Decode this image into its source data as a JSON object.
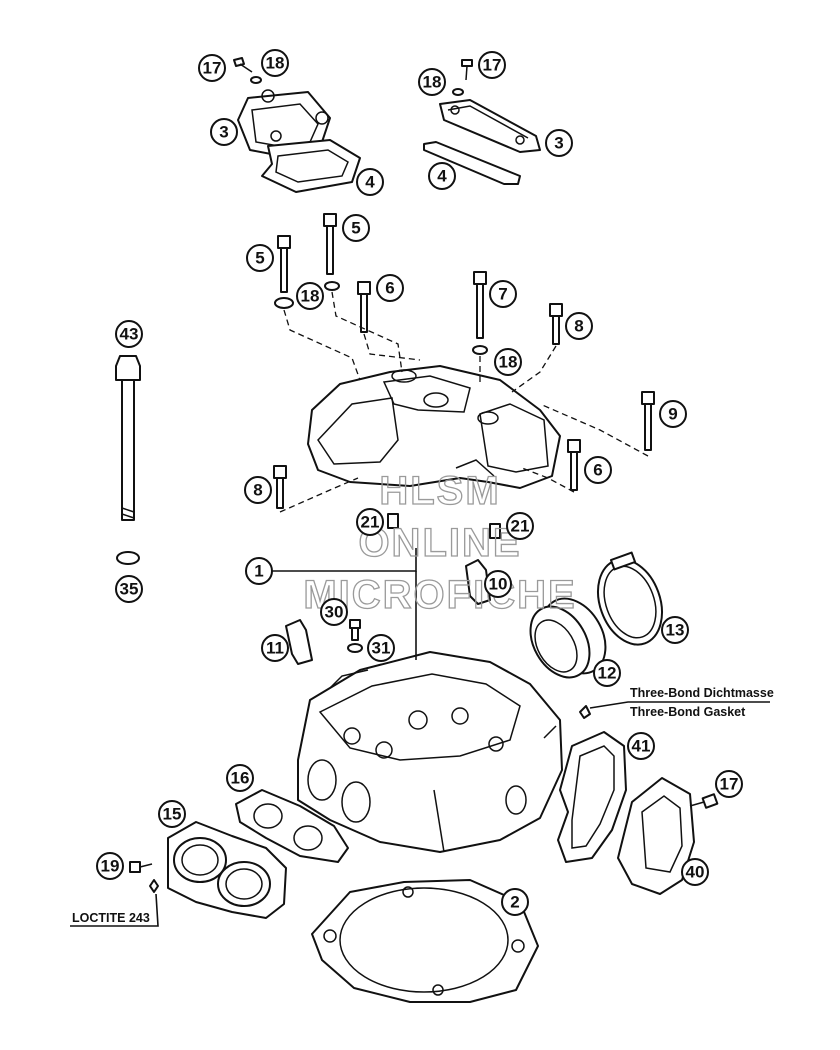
{
  "callouts": [
    {
      "id": "c17a",
      "label": "17"
    },
    {
      "id": "c18a",
      "label": "18"
    },
    {
      "id": "c3a",
      "label": "3"
    },
    {
      "id": "c4a",
      "label": "4"
    },
    {
      "id": "c18b",
      "label": "18"
    },
    {
      "id": "c17b",
      "label": "17"
    },
    {
      "id": "c3b",
      "label": "3"
    },
    {
      "id": "c4b",
      "label": "4"
    },
    {
      "id": "c5a",
      "label": "5"
    },
    {
      "id": "c5b",
      "label": "5"
    },
    {
      "id": "c18c",
      "label": "18"
    },
    {
      "id": "c6a",
      "label": "6"
    },
    {
      "id": "c7",
      "label": "7"
    },
    {
      "id": "c8a",
      "label": "8"
    },
    {
      "id": "c18d",
      "label": "18"
    },
    {
      "id": "c9",
      "label": "9"
    },
    {
      "id": "c43",
      "label": "43"
    },
    {
      "id": "c8b",
      "label": "8"
    },
    {
      "id": "c6b",
      "label": "6"
    },
    {
      "id": "c21a",
      "label": "21"
    },
    {
      "id": "c21b",
      "label": "21"
    },
    {
      "id": "c1",
      "label": "1"
    },
    {
      "id": "c10",
      "label": "10"
    },
    {
      "id": "c35",
      "label": "35"
    },
    {
      "id": "c13",
      "label": "13"
    },
    {
      "id": "c30",
      "label": "30"
    },
    {
      "id": "c11",
      "label": "11"
    },
    {
      "id": "c31",
      "label": "31"
    },
    {
      "id": "c12",
      "label": "12"
    },
    {
      "id": "c41",
      "label": "41"
    },
    {
      "id": "c16",
      "label": "16"
    },
    {
      "id": "c17c",
      "label": "17"
    },
    {
      "id": "c15",
      "label": "15"
    },
    {
      "id": "c19",
      "label": "19"
    },
    {
      "id": "c40",
      "label": "40"
    },
    {
      "id": "c2",
      "label": "2"
    }
  ],
  "notes": {
    "three_bond_de": "Three-Bond Dichtmasse",
    "three_bond_en": "Three-Bond Gasket",
    "loctite": "LOCTITE 243"
  },
  "watermark": {
    "line1": "HLSM",
    "line2": "ONLINE",
    "line3": "MICROFICHE"
  },
  "colors": {
    "ink": "#111111",
    "watermark": "#9a9a9a",
    "background": "#ffffff"
  }
}
